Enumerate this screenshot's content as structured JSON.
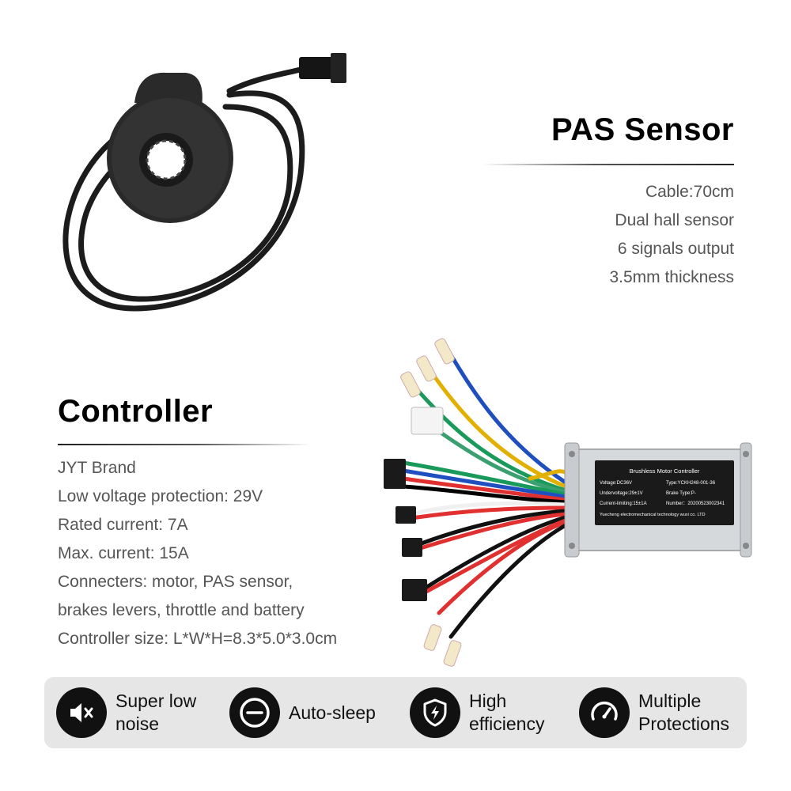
{
  "pas_sensor": {
    "title": "PAS Sensor",
    "specs": [
      "Cable:70cm",
      "Dual hall sensor",
      "6 signals output",
      "3.5mm thickness"
    ]
  },
  "controller": {
    "title": "Controller",
    "specs": [
      "JYT Brand",
      "Low voltage protection: 29V",
      "Rated current: 7A",
      "Max. current: 15A",
      "Connecters: motor, PAS sensor,",
      "brakes levers, throttle and battery",
      "Controller size: L*W*H=8.3*5.0*3.0cm"
    ],
    "label": {
      "heading": "Brushless Motor Controller",
      "voltage": "Voltage:DC36V",
      "type": "Type:YCKH248-001-36",
      "undervoltage": "Undervoltage:29±1V",
      "brake": "Brake Type:P-",
      "current": "Current-limiting:15±1A",
      "number": "Number：20200523002341",
      "maker": "Yuecheng electromechanical technology wuxi co. LTD"
    }
  },
  "features": [
    {
      "icon": "speaker-mute-icon",
      "line1": "Super low",
      "line2": "noise"
    },
    {
      "icon": "minus-circle-icon",
      "line1": "Auto-sleep",
      "line2": ""
    },
    {
      "icon": "shield-bolt-icon",
      "line1": "High",
      "line2": "efficiency"
    },
    {
      "icon": "speedometer-icon",
      "line1": "Multiple",
      "line2": "Protections"
    }
  ],
  "colors": {
    "icon_circle": "#111111",
    "feature_bar": "#e6e6e6",
    "spec_text": "#555555",
    "controller_label": "#1a1a1a"
  }
}
